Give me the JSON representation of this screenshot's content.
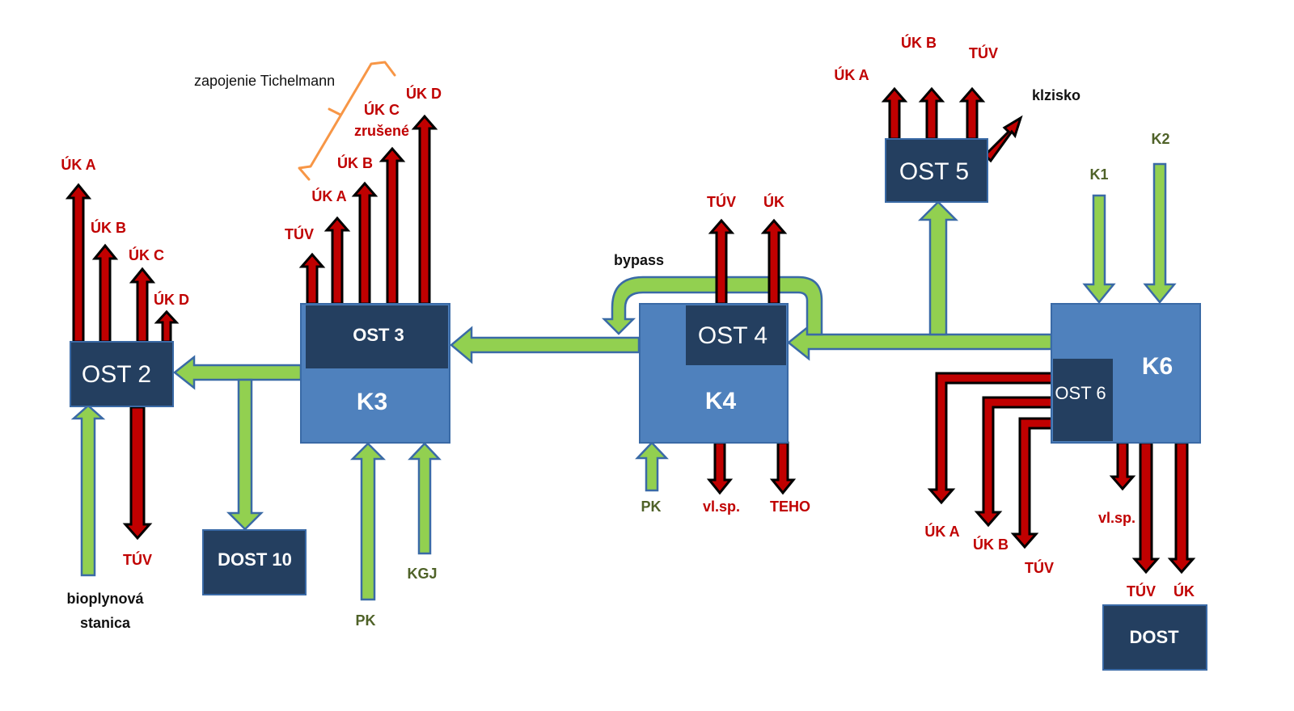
{
  "nodes": {
    "ost2": "OST 2",
    "ost3": "OST 3",
    "k3": "K3",
    "ost4": "OST 4",
    "k4": "K4",
    "ost5": "OST 5",
    "k6": "K6",
    "ost6": "OST 6",
    "dost10": "DOST 10",
    "dost": "DOST"
  },
  "labels": {
    "ost2_uk_a": "ÚK A",
    "ost2_uk_b": "ÚK B",
    "ost2_uk_c": "ÚK C",
    "ost2_uk_d": "ÚK D",
    "ost2_tuv": "TÚV",
    "bioplyn_1": "bioplynová",
    "bioplyn_2": "stanica",
    "tichelmann": "zapojenie Tichelmann",
    "ost3_tuv": "TÚV",
    "ost3_uk_a": "ÚK A",
    "ost3_uk_b": "ÚK B",
    "ost3_uk_c": "ÚK C",
    "ost3_uk_c_note": "zrušené",
    "ost3_uk_d": "ÚK D",
    "k3_pk": "PK",
    "k3_kgj": "KGJ",
    "bypass": "bypass",
    "ost4_tuv": "TÚV",
    "ost4_uk": "ÚK",
    "k4_pk": "PK",
    "k4_vlsp": "vl.sp.",
    "k4_teho": "TEHO",
    "ost5_uk_a": "ÚK A",
    "ost5_uk_b": "ÚK B",
    "ost5_tuv": "TÚV",
    "ost5_klzisko": "klzisko",
    "k6_k1": "K1",
    "k6_k2": "K2",
    "ost6_uk_a": "ÚK A",
    "ost6_uk_b": "ÚK B",
    "ost6_tuv": "TÚV",
    "k6_vlsp": "vl.sp.",
    "k6_tuv": "TÚV",
    "k6_uk": "ÚK"
  },
  "colors": {
    "supply_arrow": "#92d050",
    "return_arrow": "#c00000",
    "station_dark": "#243f60",
    "boiler_blue": "#4f81bd",
    "bracket": "#f79646"
  }
}
